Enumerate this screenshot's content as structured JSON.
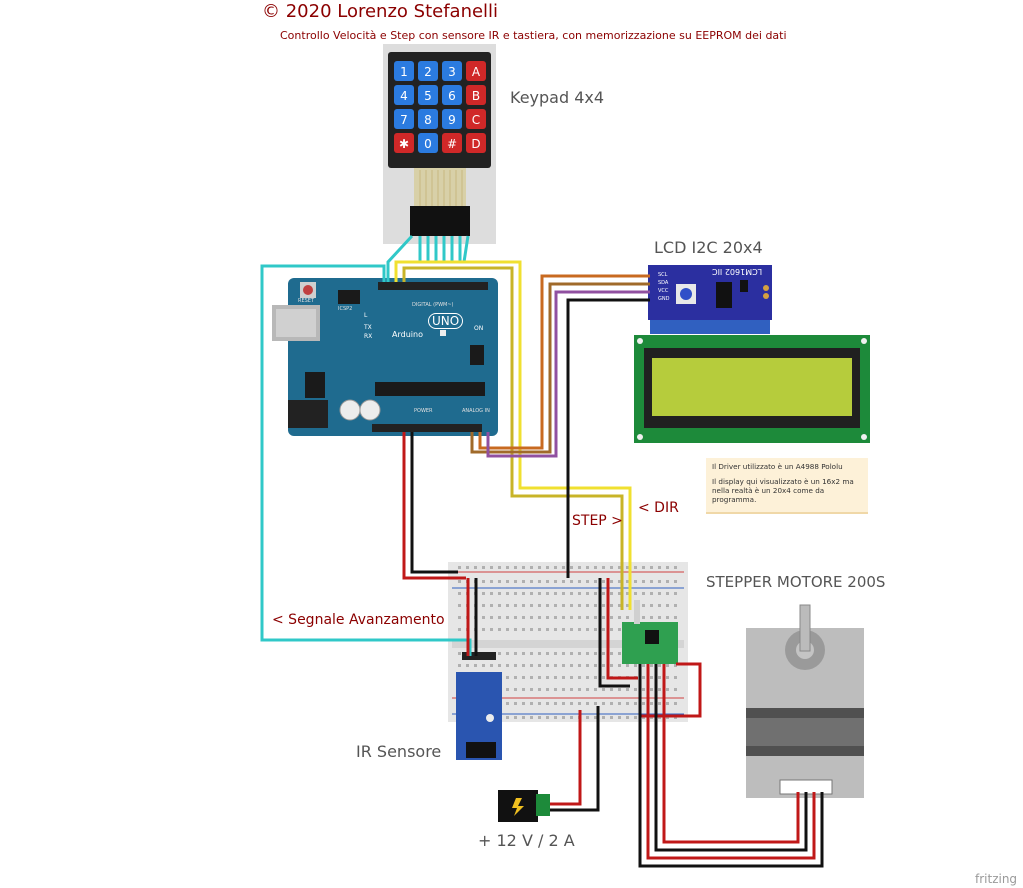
{
  "header": {
    "title": "© 2020 Lorenzo Stefanelli",
    "subtitle": "Controllo Velocità e Step con sensore IR e tastiera, con memorizzazione su EEPROM dei dati"
  },
  "keypad": {
    "label": "Keypad 4x4",
    "keys": [
      "1",
      "2",
      "3",
      "A",
      "4",
      "5",
      "6",
      "B",
      "7",
      "8",
      "9",
      "C",
      "✱",
      "0",
      "#",
      "D"
    ]
  },
  "arduino": {
    "reset": "RESET",
    "icsp": "ICSP2",
    "digital": "DIGITAL (PWM~)",
    "analog": "ANALOG IN",
    "power": "POWER",
    "brand": "Arduino",
    "model": "UNO",
    "on": "ON",
    "tx": "TX",
    "rx": "RX",
    "l": "L"
  },
  "lcd": {
    "label": "LCD I2C  20x4",
    "module": "LCM1602 IIC",
    "pins": [
      "SCL",
      "SDA",
      "VCC",
      "GND"
    ]
  },
  "note": {
    "line1": "Il Driver utilizzato è un A4988 Pololu",
    "line2": "Il display qui visualizzato è un 16x2 ma nella realtà è un 20x4 come da programma."
  },
  "labels": {
    "step": "STEP >",
    "dir": "< DIR",
    "segnale": "< Segnale Avanzamento",
    "stepper": "STEPPER MOTORE 200S",
    "ir": "IR Sensore",
    "power": "+ 12 V / 2 A",
    "fritzing": "fritzing"
  },
  "colors": {
    "arduino": "#1f6b8f",
    "lcd_module": "#2b2fa0",
    "lcd_pcb": "#1d8a3a",
    "lcd_screen": "#b6cc3c",
    "wire_yellow": "#f0e030",
    "wire_olive": "#c8b428",
    "wire_orange": "#c86a20",
    "wire_brown": "#a06a2a",
    "wire_purple": "#9050a0",
    "wire_red": "#c01818",
    "wire_black": "#111111",
    "wire_cyan": "#30c8c8",
    "title": "#8b0000"
  }
}
